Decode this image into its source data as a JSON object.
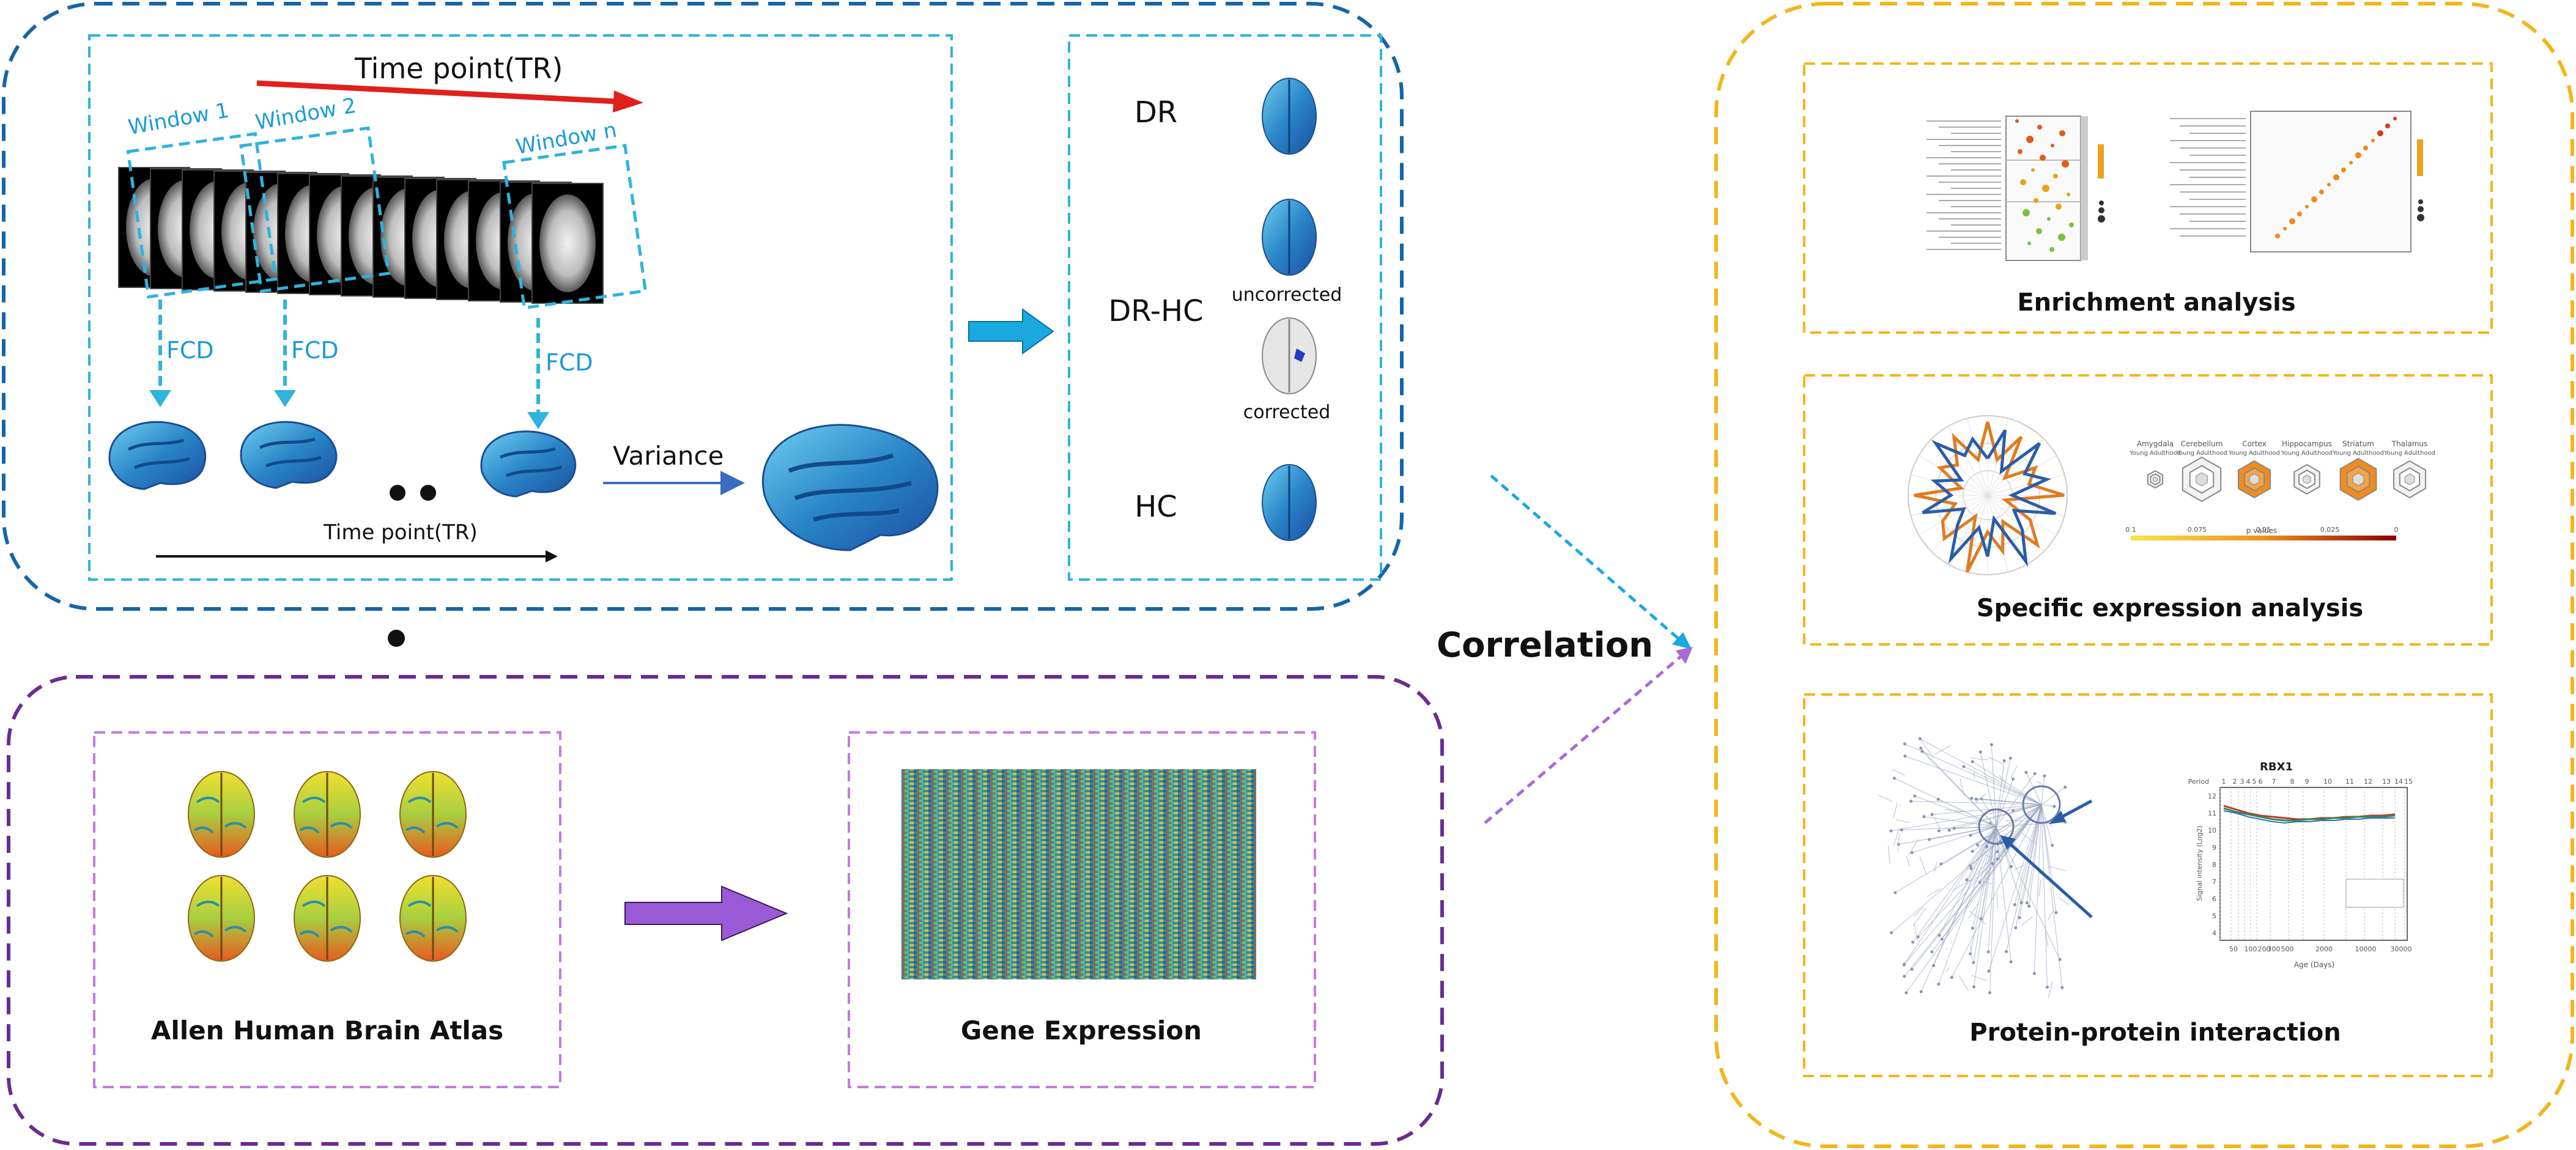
{
  "left_top": {
    "time_point_top": "Time point(TR)",
    "window1": "Window 1",
    "window2": "Window 2",
    "windown": "Window n",
    "fcd": "FCD",
    "variance": "Variance",
    "time_point_bottom": "Time point(TR)"
  },
  "groups": {
    "dr": "DR",
    "drhc": "DR-HC",
    "hc": "HC",
    "uncorrected": "uncorrected",
    "corrected": "corrected"
  },
  "left_bottom": {
    "atlas": "Allen Human Brain Atlas",
    "gene": "Gene Expression"
  },
  "center": {
    "correlation": "Correlation"
  },
  "right": {
    "enrichment": "Enrichment analysis",
    "specific": "Specific expression analysis",
    "ppi": "Protein-protein interaction",
    "specific_regions": [
      "Amygdala",
      "Cerebellum",
      "Cortex",
      "Hippocampus",
      "Striatum",
      "Thalamus"
    ],
    "specific_sub": "Young Adulthood",
    "specific_scale": [
      "0.1",
      "0.075",
      "0.05",
      "0.025",
      "0"
    ],
    "specific_scale_title": "p values",
    "rbx_title": "RBX1",
    "rbx_xlabel": "Age (Days)",
    "rbx_ylabel": "Signal intensity (Log2)",
    "rbx_period_label": "Period",
    "rbx_periods": [
      "1",
      "2",
      "3",
      "4",
      "5",
      "6",
      "7",
      "8",
      "9",
      "10",
      "11",
      "12",
      "13",
      "14",
      "15"
    ],
    "rbx_y_ticks": [
      "12",
      "11",
      "10",
      "9",
      "8",
      "7",
      "6",
      "5",
      "4"
    ],
    "rbx_x_ticks": [
      "50",
      "100",
      "200",
      "300",
      "500",
      "2000",
      "10000",
      "30000"
    ]
  },
  "colors": {
    "blue_dash": "#1565a8",
    "cyan_dash": "#2fb3df",
    "purple_dash": "#6a2c91",
    "purple_light": "#c27be0",
    "yellow_dash": "#f2b61b",
    "red_arrow": "#e0201b",
    "cyan_arrow": "#19a9df",
    "purple_arrow": "#9a5ad6"
  }
}
